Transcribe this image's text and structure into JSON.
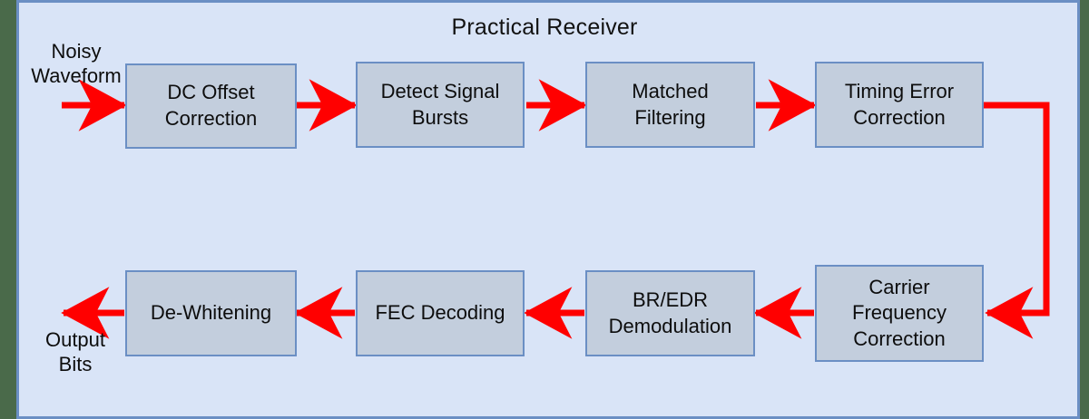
{
  "diagram": {
    "title": "Practical Receiver",
    "colors": {
      "panel_background": "#d9e4f7",
      "panel_border": "#6b8fc4",
      "block_fill": "#c3cedd",
      "block_border": "#6b8fc4",
      "arrow": "#ff0000",
      "outer_strip": "#4a6a4a",
      "text": "#0d0d0d"
    },
    "input_label": "Noisy\nWaveform",
    "input_label_lines": [
      "Noisy",
      "Waveform"
    ],
    "output_label_lines": [
      "Output",
      "Bits"
    ],
    "blocks": [
      {
        "id": "dc-offset-correction",
        "lines": [
          "DC Offset",
          "Correction"
        ],
        "row": "top",
        "order": 1
      },
      {
        "id": "detect-signal-bursts",
        "lines": [
          "Detect Signal",
          "Bursts"
        ],
        "row": "top",
        "order": 2
      },
      {
        "id": "matched-filtering",
        "lines": [
          "Matched",
          "Filtering"
        ],
        "row": "top",
        "order": 3
      },
      {
        "id": "timing-error-correction",
        "lines": [
          "Timing Error",
          "Correction"
        ],
        "row": "top",
        "order": 4
      },
      {
        "id": "carrier-frequency-correction",
        "lines": [
          "Carrier",
          "Frequency",
          "Correction"
        ],
        "row": "bottom",
        "order": 5
      },
      {
        "id": "br-edr-demodulation",
        "lines": [
          "BR/EDR",
          "Demodulation"
        ],
        "row": "bottom",
        "order": 6
      },
      {
        "id": "fec-decoding",
        "lines": [
          "FEC Decoding"
        ],
        "row": "bottom",
        "order": 7
      },
      {
        "id": "de-whitening",
        "lines": [
          "De-Whitening"
        ],
        "row": "bottom",
        "order": 8
      }
    ],
    "flow_order": [
      "Noisy Waveform",
      "DC Offset Correction",
      "Detect Signal Bursts",
      "Matched Filtering",
      "Timing Error Correction",
      "Carrier Frequency Correction",
      "BR/EDR Demodulation",
      "FEC Decoding",
      "De-Whitening",
      "Output Bits"
    ]
  }
}
